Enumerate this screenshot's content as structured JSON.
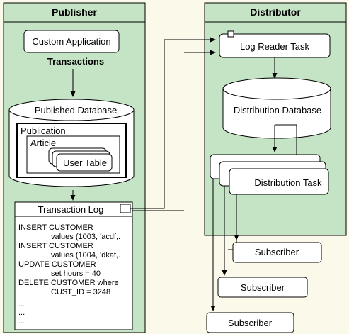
{
  "publisher": {
    "title": "Publisher",
    "custom_application": "Custom Application",
    "transactions_label": "Transactions",
    "published_database": "Published Database",
    "publication": "Publication",
    "article": "Article",
    "user_table": "User Table",
    "transaction_log": {
      "title": "Transaction Log",
      "lines": [
        "INSERT CUSTOMER",
        "values (1003, 'acdf,.",
        "INSERT CUSTOMER",
        "values (1004, 'dkaf,.",
        "UPDATE CUSTOMER",
        "set hours = 40",
        "DELETE CUSTOMER where",
        "CUST_ID = 3248",
        "...",
        "...",
        "..."
      ]
    }
  },
  "distributor": {
    "title": "Distributor",
    "log_reader_task": "Log Reader Task",
    "distribution_database": "Distribution Database",
    "distribution_task": "Distribution Task"
  },
  "subscribers": [
    "Subscriber",
    "Subscriber",
    "Subscriber"
  ],
  "colors": {
    "background": "#fbf9e9",
    "panel_fill": "#c5e3c5",
    "box_fill": "#ffffff",
    "line": "#000000"
  }
}
